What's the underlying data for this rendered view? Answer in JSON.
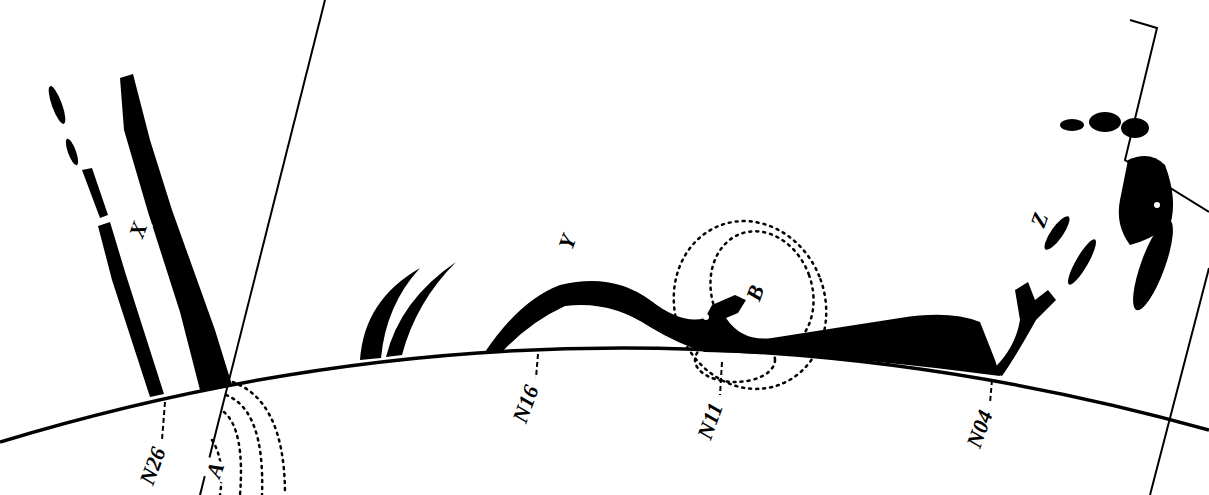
{
  "diagram": {
    "labels": [
      "X",
      "A",
      "N26",
      "N16",
      "Y",
      "B",
      "N11",
      "N04",
      "Z"
    ]
  }
}
